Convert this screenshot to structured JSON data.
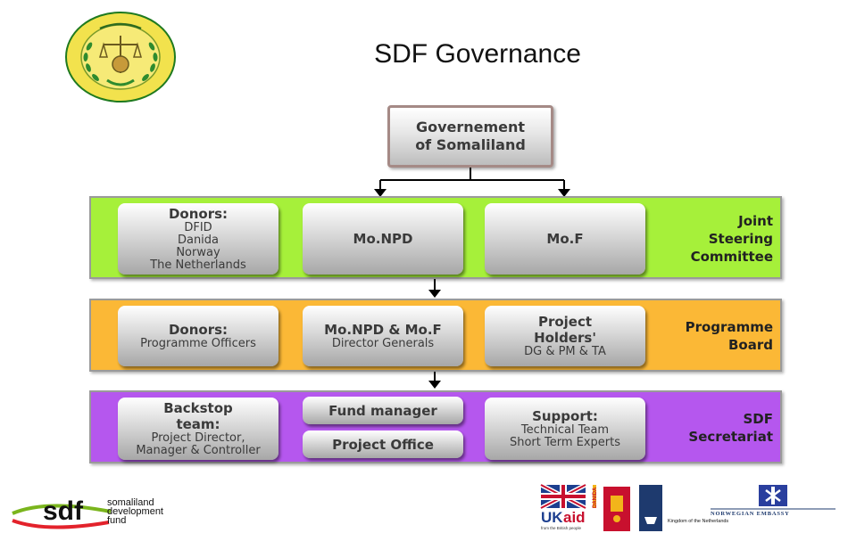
{
  "title": "SDF Governance",
  "seal": {
    "alt": "Coat of arms of Somaliland",
    "colors": {
      "ring": "#f2e24d",
      "border": "#1f7a1f",
      "leaf": "#2e8b2e"
    }
  },
  "top": {
    "line1": "Governement",
    "line2": "of Somaliland"
  },
  "joint": {
    "label_lines": [
      "Joint",
      "Steering",
      "Committee"
    ],
    "donors": {
      "heading": "Donors:",
      "items": [
        "DFID",
        "Danida",
        "Norway",
        "The Netherlands"
      ]
    },
    "monpd": "Mo.NPD",
    "mof": "Mo.F"
  },
  "programme": {
    "label_lines": [
      "Programme",
      "Board"
    ],
    "donors": {
      "heading": "Donors:",
      "sub": "Programme Officers"
    },
    "monpd_mof": {
      "heading": "Mo.NPD & Mo.F",
      "sub": "Director Generals"
    },
    "holders": {
      "heading1": "Project",
      "heading2": "Holders'",
      "sub": "DG & PM & TA"
    }
  },
  "secretariat": {
    "label_lines": [
      "SDF",
      "Secretariat"
    ],
    "backstop": {
      "heading1": "Backstop",
      "heading2": "team:",
      "sub1": "Project Director,",
      "sub2": "Manager & Controller"
    },
    "fund_manager": "Fund manager",
    "project_office": "Project Office",
    "support": {
      "heading": "Support:",
      "sub1": "Technical Team",
      "sub2": "Short Term Experts"
    }
  },
  "logos": {
    "sdf": {
      "mark": "sdf",
      "line1": "somaliland",
      "line2": "development",
      "line3": "fund"
    },
    "ukaid": {
      "word1": "UK",
      "word2": "aid",
      "tag": "from the British people"
    },
    "danida": "DANIDA",
    "netherlands": "Kingdom of the Netherlands",
    "norway": "NORWEGIAN EMBASSY"
  },
  "colors": {
    "green": "#a6f03a",
    "orange": "#fbb836",
    "purple": "#b557ee",
    "box_border": "#a58a86"
  }
}
